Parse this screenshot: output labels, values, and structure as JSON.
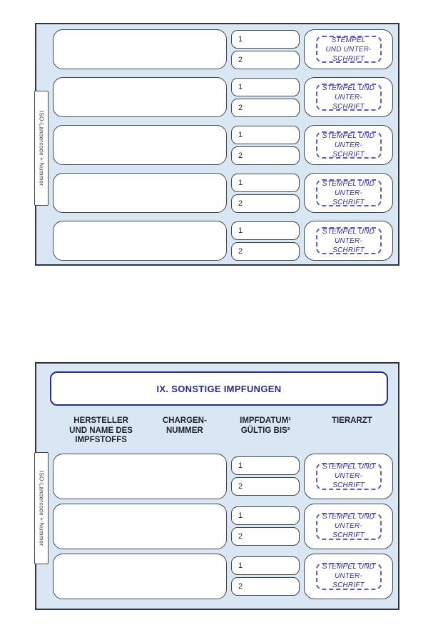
{
  "colors": {
    "panel_background": "#d9e6f3",
    "panel_border": "#30343b",
    "box_border": "#43474e",
    "section_title_navy": "#2a2d84",
    "stamp_dash_blue": "#5c5cc2",
    "stamp_text_navy": "#31319a",
    "column_header_text": "#23232b"
  },
  "side_tab_label": "ISO-Ländercode + Nummer",
  "date_slot_labels": [
    "1",
    "2"
  ],
  "top_panel": {
    "rows": [
      {
        "stamp_lines": [
          "STEMPEL",
          "UND UNTER-",
          "SCHRIFT"
        ]
      },
      {
        "stamp_lines": [
          "STEMPEL UND",
          "UNTER-",
          "SCHRIFT"
        ]
      },
      {
        "stamp_lines": [
          "STEMPEL UND",
          "UNTER-",
          "SCHRIFT"
        ]
      },
      {
        "stamp_lines": [
          "STEMPEL UND",
          "UNTER-",
          "SCHRIFT"
        ]
      },
      {
        "stamp_lines": [
          "STEMPEL UND",
          "UNTER-",
          "SCHRIFT"
        ]
      }
    ]
  },
  "bottom_panel": {
    "section_title": "IX. SONSTIGE IMPFUNGEN",
    "column_headers": [
      {
        "lines": [
          "HERSTELLER",
          "UND NAME DES",
          "IMPFSTOFFS"
        ]
      },
      {
        "lines": [
          "CHARGEN-",
          "NUMMER"
        ]
      },
      {
        "lines": [
          "IMPFDATUM¹",
          "GÜLTIG BIS²"
        ]
      },
      {
        "lines": [
          "TIERARZT"
        ]
      }
    ],
    "rows": [
      {
        "stamp_lines": [
          "STEMPEL UND",
          "UNTER-",
          "SCHRIFT"
        ]
      },
      {
        "stamp_lines": [
          "STEMPEL UND",
          "UNTER-",
          "SCHRIFT"
        ]
      },
      {
        "stamp_lines": [
          "STEMPEL UND",
          "UNTER-",
          "SCHRIFT"
        ]
      }
    ]
  }
}
